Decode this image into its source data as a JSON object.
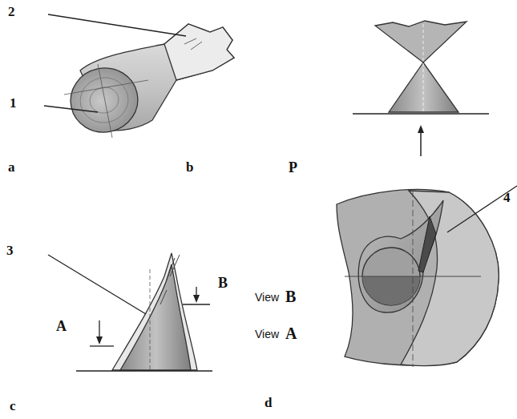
{
  "diagram": {
    "labels": [
      "2",
      "1",
      "a",
      "b",
      "P",
      "3",
      "B",
      "View",
      "B",
      "A",
      "View",
      "A",
      "4",
      "c",
      "d"
    ]
  }
}
